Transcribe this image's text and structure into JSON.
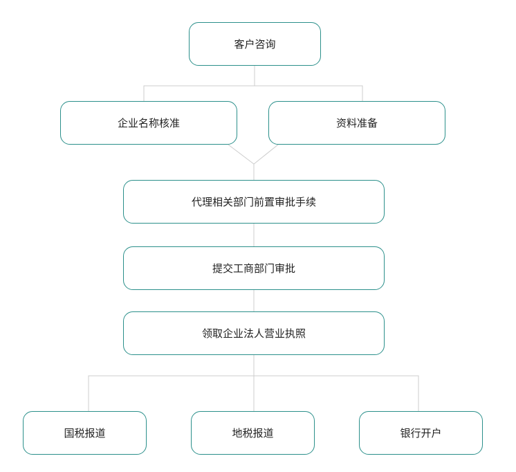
{
  "diagram": {
    "colors": {
      "node_border": "#2a8f8a",
      "connector": "#cccccc",
      "text": "#222222"
    },
    "nodes": [
      {
        "id": "consult",
        "label": "客户咨询"
      },
      {
        "id": "name",
        "label": "企业名称核准"
      },
      {
        "id": "docs",
        "label": "资料准备"
      },
      {
        "id": "preapp",
        "label": "代理相关部门前置审批手续"
      },
      {
        "id": "submit",
        "label": "提交工商部门审批"
      },
      {
        "id": "license",
        "label": "领取企业法人营业执照"
      },
      {
        "id": "national",
        "label": "国税报道"
      },
      {
        "id": "local",
        "label": "地税报道"
      },
      {
        "id": "bank",
        "label": "银行开户"
      }
    ],
    "edges": [
      {
        "from": "consult",
        "to": "name"
      },
      {
        "from": "consult",
        "to": "docs"
      },
      {
        "from": "name",
        "to": "preapp"
      },
      {
        "from": "docs",
        "to": "preapp"
      },
      {
        "from": "preapp",
        "to": "submit"
      },
      {
        "from": "submit",
        "to": "license"
      },
      {
        "from": "license",
        "to": "national"
      },
      {
        "from": "license",
        "to": "local"
      },
      {
        "from": "license",
        "to": "bank"
      }
    ]
  }
}
